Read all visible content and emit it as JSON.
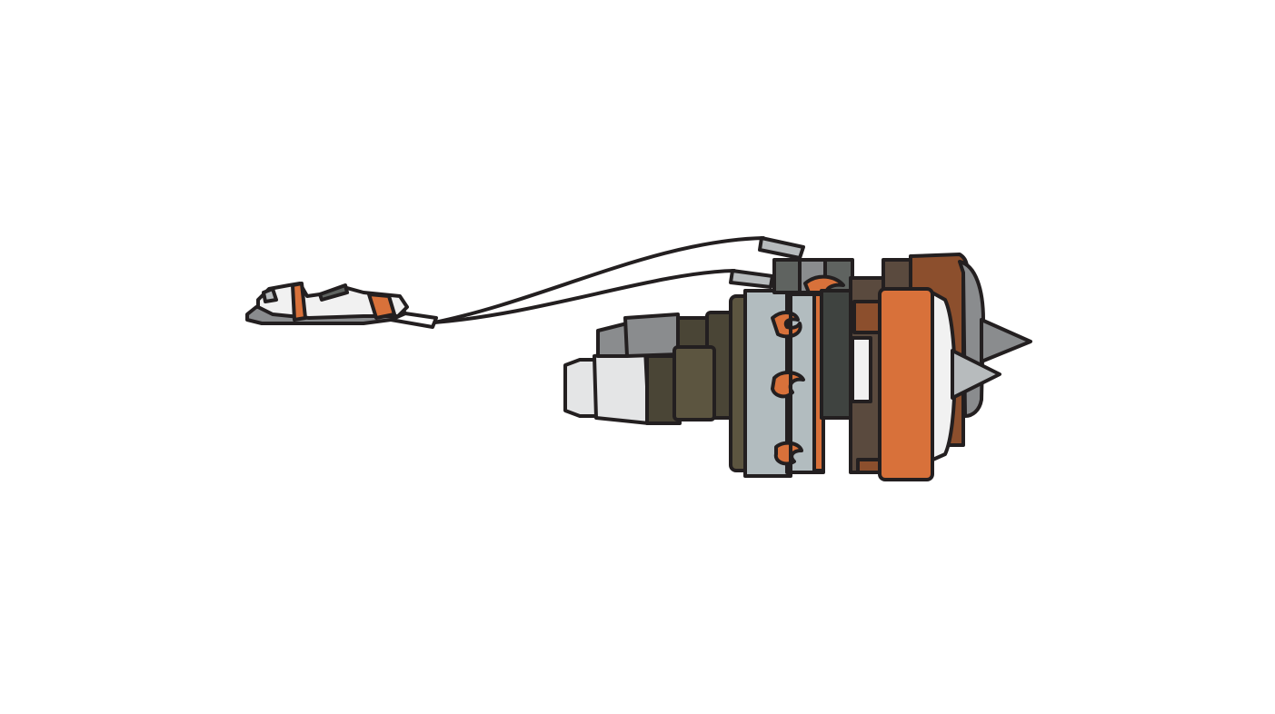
{
  "illustration": {
    "subject": "",
    "colors": {
      "background": "#ffffff",
      "outline": "#231f20",
      "orange": "#d8713a",
      "rust": "#8c4f2d",
      "dark_brown": "#5a4a3e",
      "olive_dark": "#4a4536",
      "olive": "#5c5540",
      "olive_light": "#6b6046",
      "charcoal": "#3f4340",
      "slate": "#5f6360",
      "steel": "#8a8c8e",
      "gray_light": "#b7bbbd",
      "pale_blue_gray": "#b2bcbf",
      "white": "#f1f1f1"
    },
    "parts": [
      "plug-tip",
      "connector-housing",
      "cable-pair",
      "exhaust-nozzle",
      "turbine-section",
      "combustor-section",
      "compressor-section",
      "fan-casing",
      "intake-cone"
    ]
  }
}
